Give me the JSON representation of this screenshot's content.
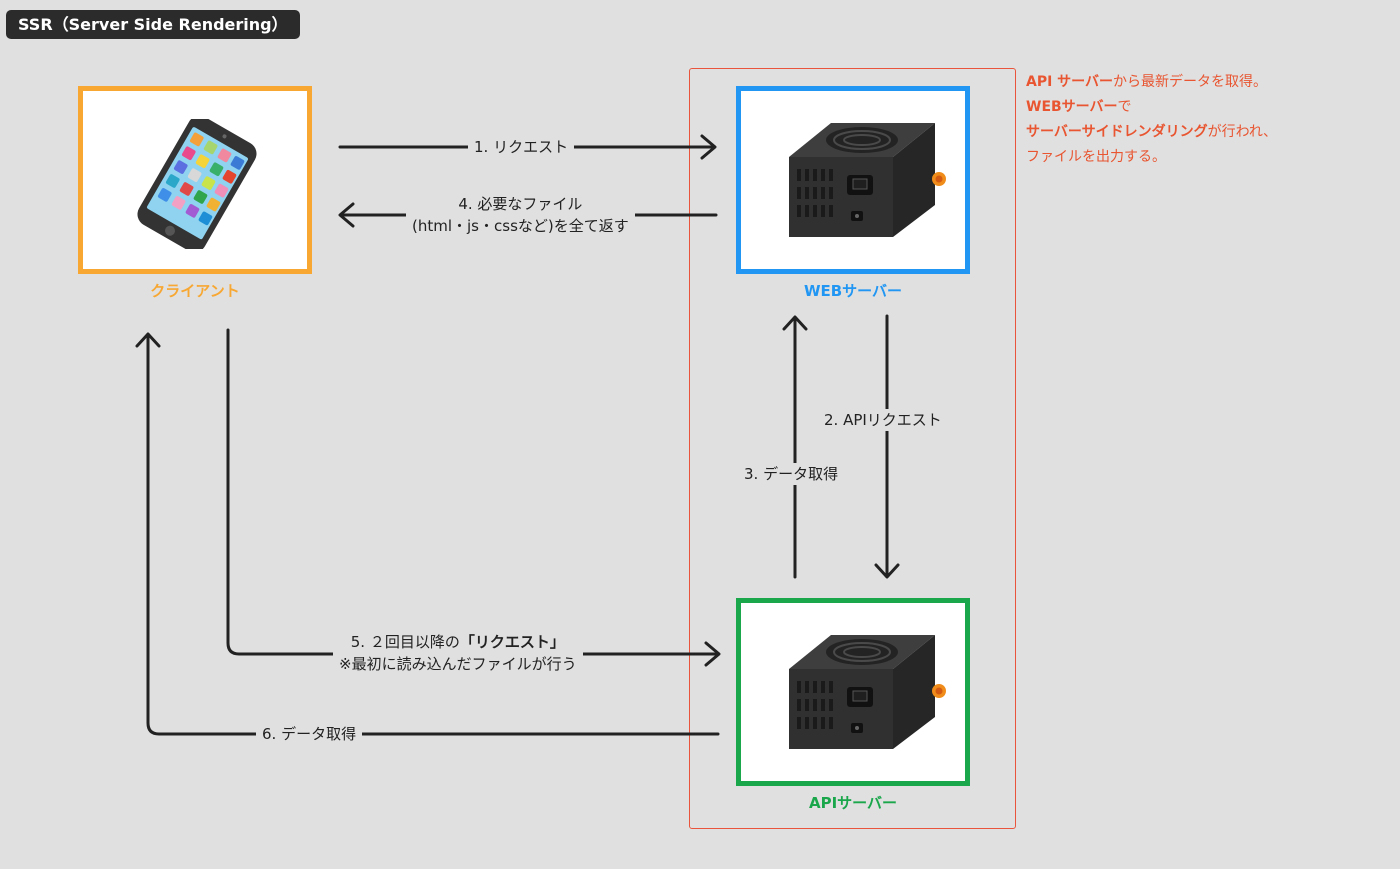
{
  "title": "SSR（Server Side Rendering）",
  "nodes": {
    "client": {
      "label": "クライアント",
      "color": "#f7a732",
      "icon": "smartphone-icon"
    },
    "web": {
      "label": "WEBサーバー",
      "color": "#2196f3",
      "icon": "server-icon"
    },
    "api": {
      "label": "APIサーバー",
      "color": "#1aa64a",
      "icon": "server-icon"
    }
  },
  "edges": {
    "e1": {
      "label": "1. リクエスト"
    },
    "e4": {
      "line1": "4. 必要なファイル",
      "line2": "(html・js・cssなど)を全て返す"
    },
    "e2": {
      "label": "2. APIリクエスト"
    },
    "e3": {
      "label": "3. データ取得"
    },
    "e5": {
      "line1_prefix": "5. ２回目以降の",
      "line1_bold": "「リクエスト」",
      "line2": "※最初に読み込んだファイルが行う"
    },
    "e6": {
      "label": "6. データ取得"
    }
  },
  "note": {
    "line1_bold": "API サーバー",
    "line1_rest": "から最新データを取得。",
    "line2_bold": "WEBサーバー",
    "line2_rest": "で",
    "line3_bold": "サーバーサイドレンダリング",
    "line3_rest": "が行われ、",
    "line4": "ファイルを出力する。",
    "color": "#e85530"
  }
}
